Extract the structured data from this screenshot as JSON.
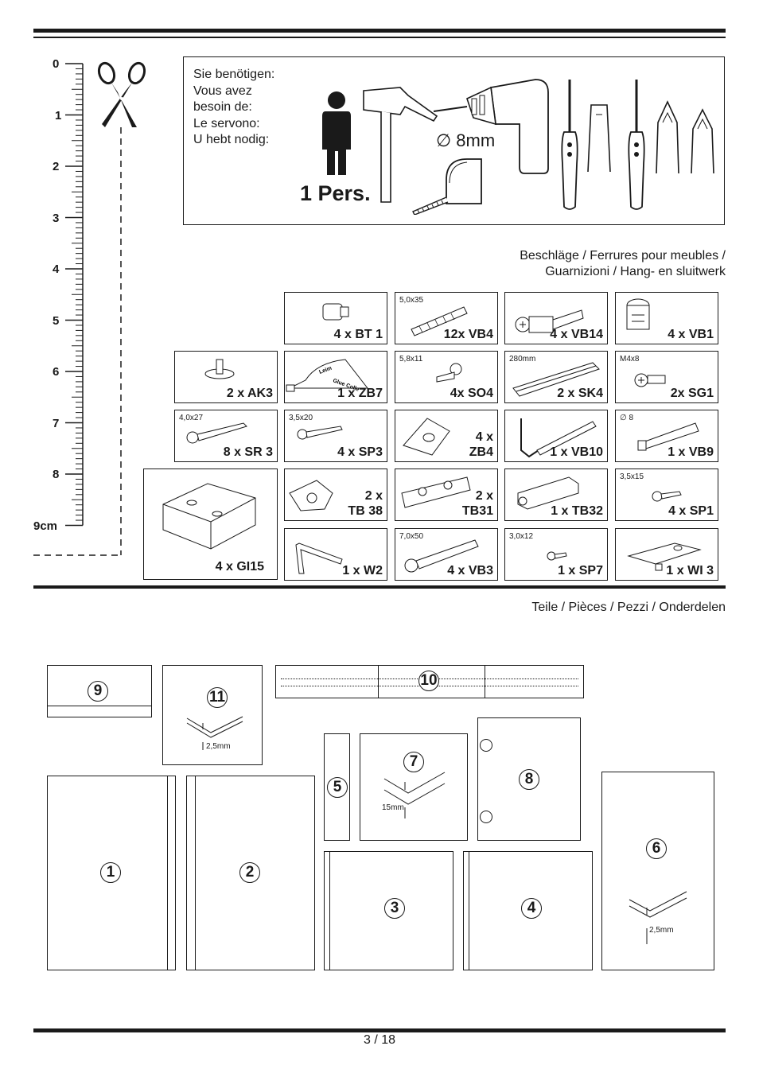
{
  "ruler": {
    "labels": [
      "0",
      "1",
      "2",
      "3",
      "4",
      "5",
      "6",
      "7",
      "8",
      "9cm"
    ]
  },
  "tools": {
    "need_lines": [
      "Sie benötigen:",
      "Vous avez",
      "besoin de:",
      "Le servono:",
      "U hebt nodig:"
    ],
    "persons": "1 Pers.",
    "drill_diameter": "∅ 8mm",
    "icons": [
      "person-icon",
      "hammer-icon",
      "drill-icon",
      "tape-measure-icon",
      "screwdriver-flat-icon",
      "screwdriver-phillips-icon"
    ]
  },
  "hardware_header": {
    "line1": "Beschläge / Ferrures pour meubles /",
    "line2": "Guarnizioni / Hang- en sluitwerk"
  },
  "hardware": {
    "bt1": {
      "label": "4 x BT 1"
    },
    "vb4": {
      "label": "12x VB4",
      "size": "5,0x35"
    },
    "vb14": {
      "label": "4 x VB14"
    },
    "vb1": {
      "label": "4 x VB1"
    },
    "ak3": {
      "label": "2 x AK3"
    },
    "zb7": {
      "label": "1 x ZB7",
      "tube_text1": "Leim",
      "tube_text2": "Glue Colle"
    },
    "so4": {
      "label": "4x SO4",
      "size": "5,8x11"
    },
    "sk4": {
      "label": "2 x SK4",
      "size": "280mm"
    },
    "sg1": {
      "label": "2x SG1",
      "size": "M4x8"
    },
    "sr3": {
      "label": "8 x SR 3",
      "size": "4,0x27"
    },
    "sp3": {
      "label": "4 x SP3",
      "size": "3,5x20"
    },
    "zb4": {
      "label1": "4 x",
      "label2": "ZB4"
    },
    "vb10": {
      "label": "1 x VB10"
    },
    "vb9": {
      "label": "1 x VB9",
      "size": "∅ 8"
    },
    "gi15": {
      "label": "4 x GI15"
    },
    "tb38": {
      "label1": "2 x",
      "label2": "TB 38"
    },
    "tb31": {
      "label1": "2 x",
      "label2": "TB31"
    },
    "tb32": {
      "label": "1 x TB32"
    },
    "sp1": {
      "label": "4 x SP1",
      "size": "3,5x15"
    },
    "w2": {
      "label": "1 x W2"
    },
    "vb3": {
      "label": "4 x VB3",
      "size": "7,0x50"
    },
    "sp7": {
      "label": "1 x SP7",
      "size": "3,0x12"
    },
    "wi3": {
      "label": "1 x WI 3"
    }
  },
  "parts_header": "Teile / Pièces / Pezzi / Onderdelen",
  "parts": {
    "p1": "1",
    "p2": "2",
    "p3": "3",
    "p4": "4",
    "p5": "5",
    "p6": "6",
    "p7": "7",
    "p8": "8",
    "p9": "9",
    "p10": "10",
    "p11": "11",
    "dim_11": "2,5mm",
    "dim_7": "15mm",
    "dim_6": "2,5mm"
  },
  "footer": {
    "page": "3 / 18"
  }
}
